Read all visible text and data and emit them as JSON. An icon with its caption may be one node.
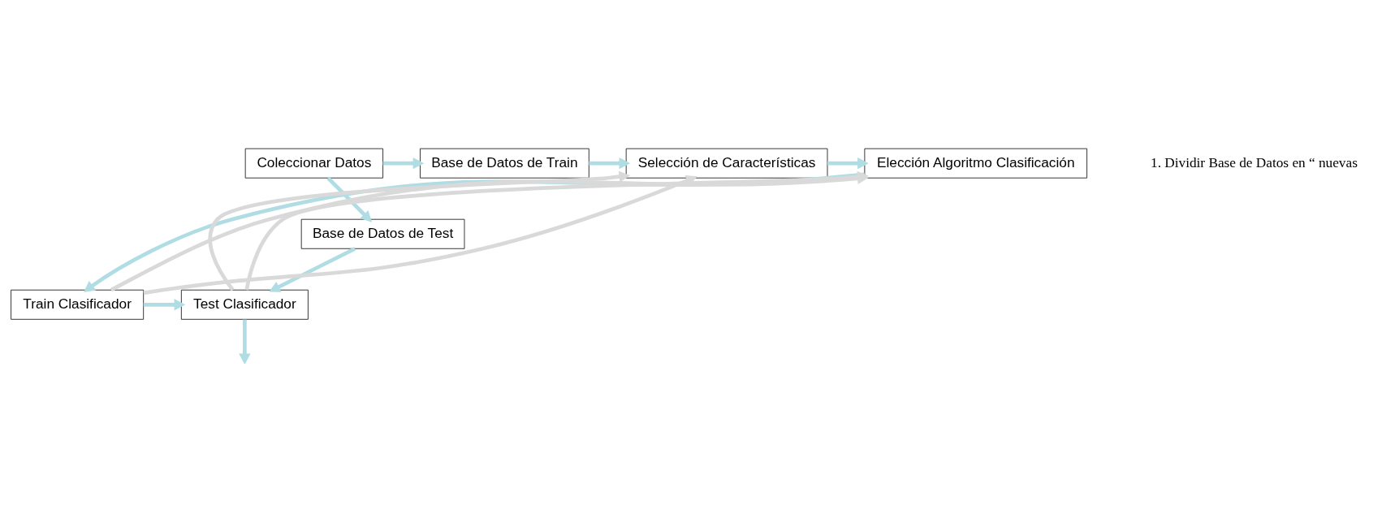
{
  "diagram": {
    "nodes": [
      {
        "text": [
          "Coleccionar Datos"
        ]
      },
      {
        "text": [
          "Base de Datos de Train"
        ]
      },
      {
        "text": [
          "Selección de Características"
        ]
      },
      {
        "text": [
          "Elección Algoritmo Clasificación"
        ]
      },
      {
        "text": [
          "Base de Datos de Test"
        ]
      },
      {
        "text": [
          "Test Clasificador"
        ]
      },
      {
        "text": [
          "Train Clasificador"
        ]
      }
    ],
    "edges": [
      {
        "from": 0,
        "to": 1,
        "arrow": "to"
      },
      {
        "from": 1,
        "to": 2,
        "arrow": "to"
      },
      {
        "from": 2,
        "to": 3,
        "arrow": "to"
      },
      {
        "from": 0,
        "to": 4,
        "arrow": "to"
      },
      {
        "from": 3,
        "to": 6,
        "arrow": "to"
      },
      {
        "from": 6,
        "to": 3,
        "arrow": "to",
        "color": "#d9d9d9"
      },
      {
        "from": 4,
        "to": 5,
        "arrow": "to"
      },
      {
        "from": 6,
        "to": 5,
        "arrow": "to"
      },
      {
        "from": 5,
        "to": 2,
        "arrow": "to",
        "color": "#d9d9d9"
      },
      {
        "from": 6,
        "to": 2,
        "arrow": "to",
        "color": "#d9d9d9"
      },
      {
        "from": 5,
        "to": 3,
        "arrow": "to",
        "color": "#d9d9d9"
      },
      {
        "from": 5,
        "to": null,
        "arrow": "to"
      }
    ],
    "labels": [
      "1. Dividir Base de Datos en “ nuevas"
    ]
  }
}
